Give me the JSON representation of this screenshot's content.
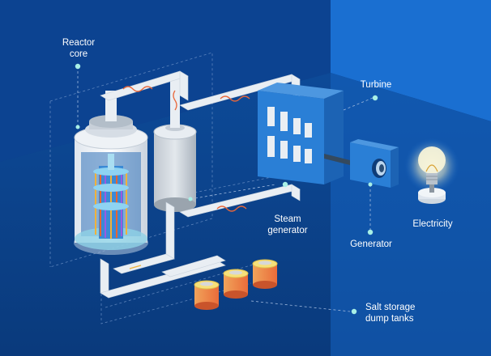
{
  "labels": {
    "reactor_core": [
      "Reactor",
      "core"
    ],
    "turbine": "Turbine",
    "steam_generator": [
      "Steam",
      "generator"
    ],
    "generator": "Generator",
    "electricity": "Electricity",
    "salt_storage": [
      "Salt storage",
      "dump tanks"
    ]
  },
  "colors": {
    "background_dark": "#0b3f86",
    "background_light": "#1a6fd1",
    "wall": "#0a4fa8",
    "pipe": "#e9eef3",
    "label_text": "#ffffff",
    "marker_dot": "#a8f0e6",
    "leader_line": "#7fa3d6"
  }
}
